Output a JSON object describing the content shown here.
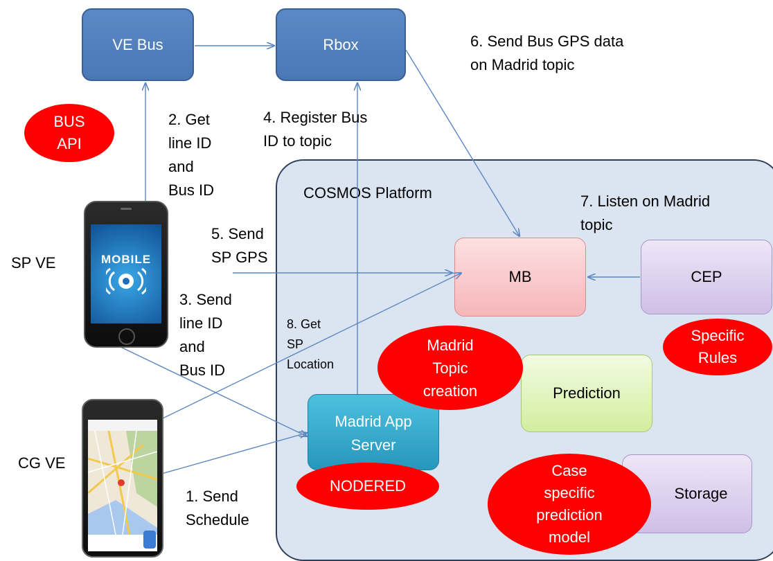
{
  "nodes": {
    "ve_bus": "VE Bus",
    "rbox": "Rbox",
    "mb": "MB",
    "cep": "CEP",
    "prediction": "Prediction",
    "storage": "Storage",
    "madrid_app_server": "Madrid App Server"
  },
  "platform_label": "COSMOS Platform",
  "ellipses": {
    "bus_api": "BUS\nAPI",
    "madrid_topic": "Madrid\nTopic\ncreation",
    "specific_rules": "Specific\nRules",
    "nodered": "NODERED",
    "case_specific": "Case\nspecific\nprediction\nmodel"
  },
  "side_labels": {
    "sp_ve": "SP VE",
    "cg_ve": "CG VE"
  },
  "phone": {
    "mobile_text": "MOBILE"
  },
  "steps": {
    "s1": "1. Send\nSchedule",
    "s2": "2. Get\nline ID\nand\nBus ID",
    "s3": "3. Send\nline ID\nand\nBus ID",
    "s4": "4. Register Bus\nID to topic",
    "s5": "5. Send\nSP GPS",
    "s6": "6. Send Bus GPS data\non Madrid topic",
    "s7": "7. Listen on Madrid\ntopic",
    "s8": "8. Get\nSP\nLocation"
  },
  "colors": {
    "blue_box": "#4f81bd",
    "platform_bg": "#dbe5f1",
    "mb": "#f9c9cb",
    "cep": "#ddd0ee",
    "prediction": "#e2f5c0",
    "storage": "#ddd0ee",
    "app_server": "#2ea7c9",
    "ellipse": "#ff0000",
    "arrow": "#5b86c2"
  }
}
